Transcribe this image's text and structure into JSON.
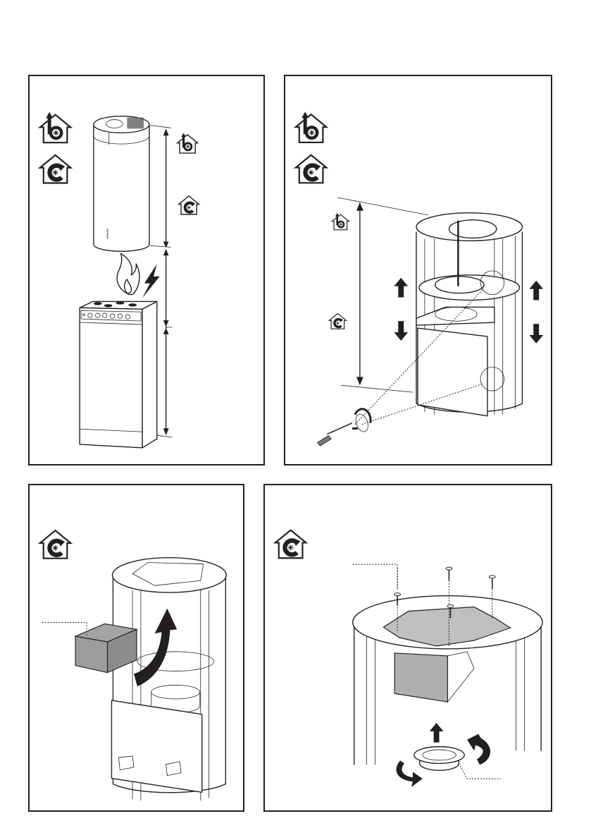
{
  "page": {
    "type": "installation-manual-illustration-page",
    "panels": [
      {
        "id": "panel-1",
        "subject": "hood-height-above-cooker",
        "icons": [
          "ducting-mode-icon",
          "recirculation-mode-icon",
          "gas-flame-icon",
          "electric-lightning-icon"
        ],
        "dimension_labels": [
          "",
          "",
          ""
        ]
      },
      {
        "id": "panel-2",
        "subject": "adjust-frame-height",
        "icons": [
          "ducting-mode-icon",
          "recirculation-mode-icon",
          "arrow-up-icon",
          "arrow-down-icon",
          "screwdriver-icon"
        ],
        "dimension_labels": [
          ""
        ]
      },
      {
        "id": "panel-3",
        "subject": "insert-recirculation-box",
        "icons": [
          "recirculation-mode-icon",
          "curved-arrow-icon"
        ],
        "callout_labels": [
          ""
        ]
      },
      {
        "id": "panel-4",
        "subject": "fix-deflector-with-screws",
        "icons": [
          "recirculation-mode-icon",
          "arrow-up-icon",
          "rotate-arrows-icon"
        ],
        "callout_labels": [
          "",
          ""
        ]
      }
    ],
    "colors": {
      "line": "#231f20",
      "box_fill": "#9d9c9c",
      "deflector_fill": "#c0bfbf",
      "background": "#ffffff"
    }
  }
}
